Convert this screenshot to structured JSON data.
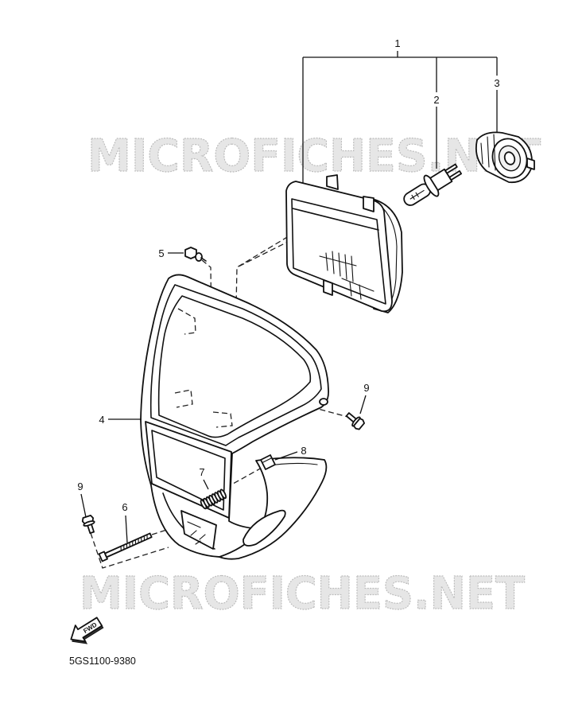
{
  "watermark": {
    "top_text": "MICROFICHES.NET",
    "bottom_text": "MICROFICHES.NET"
  },
  "callouts": {
    "part_1": "1",
    "part_2": "2",
    "part_3": "3",
    "part_4": "4",
    "part_5": "5",
    "part_6": "6",
    "part_7": "7",
    "part_8": "8",
    "part_9_right": "9",
    "part_9_left": "9"
  },
  "fwd_arrow_label": "FWD",
  "diagram_code": "5GS1100-9380"
}
